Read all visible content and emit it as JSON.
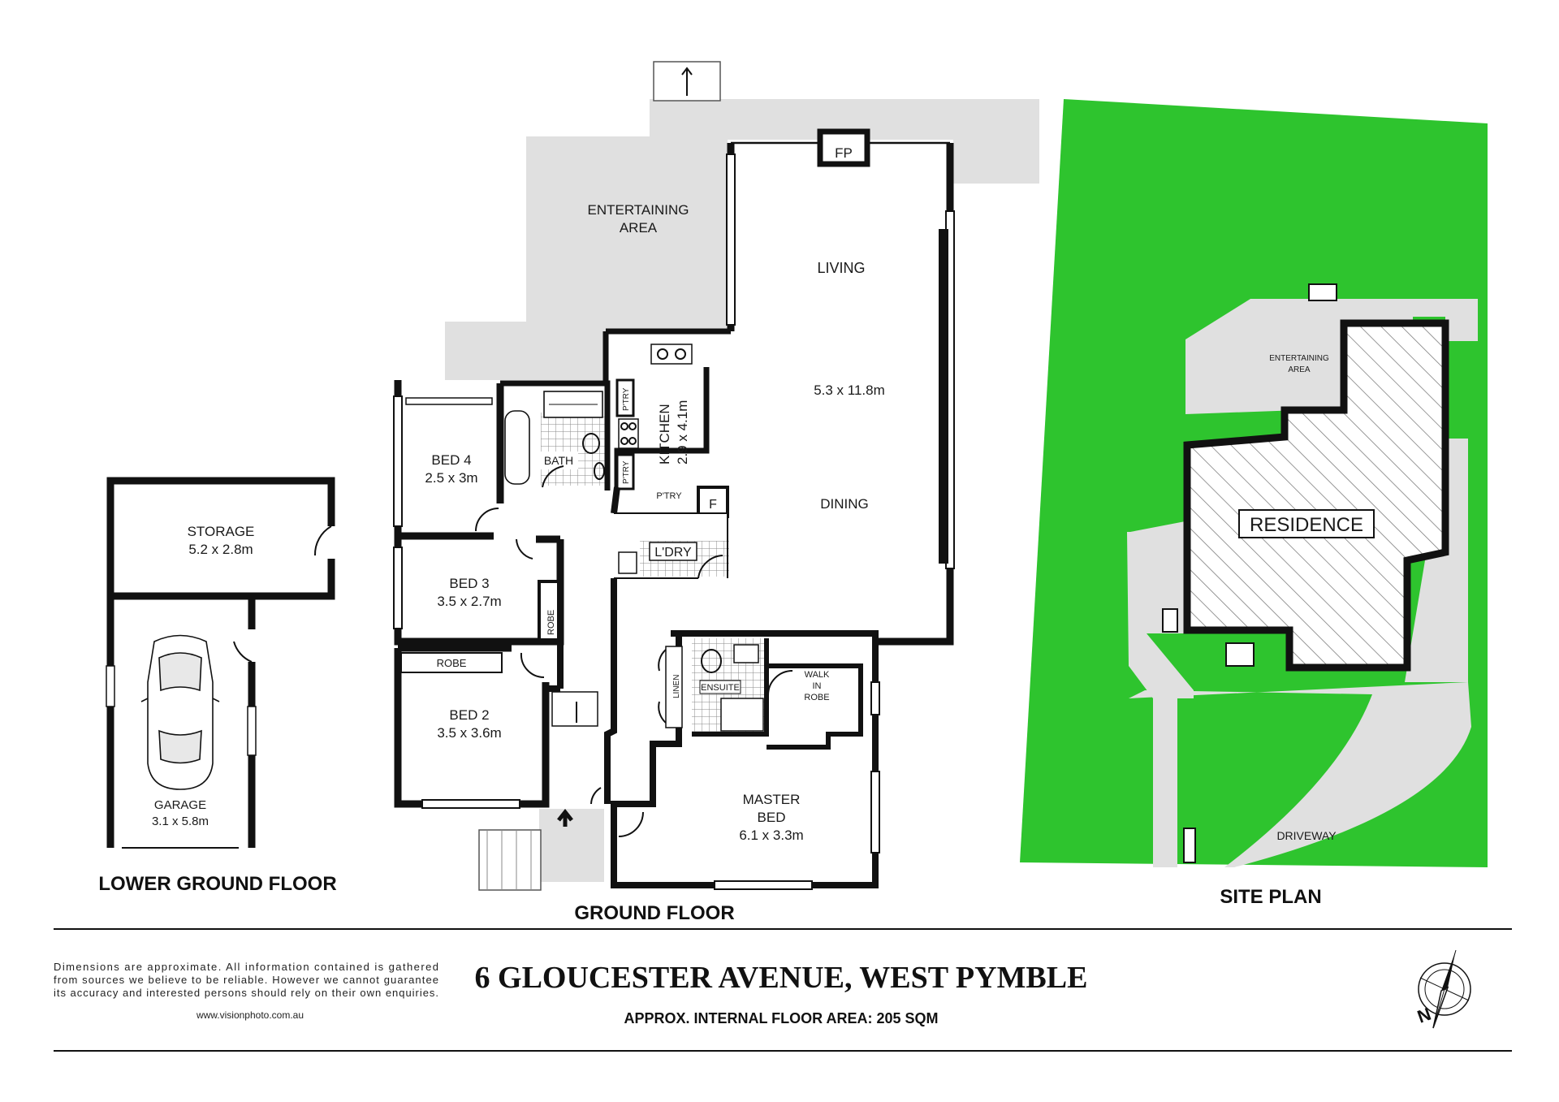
{
  "floors": {
    "lower_ground_title": "LOWER GROUND FLOOR",
    "ground_title": "GROUND FLOOR",
    "site_plan_title": "SITE PLAN"
  },
  "rooms": {
    "entertaining_line1": "ENTERTAINING",
    "entertaining_line2": "AREA",
    "fireplace": "FP",
    "living": "LIVING",
    "living_dims": "5.3 x 11.8m",
    "dining": "DINING",
    "kitchen": "KITCHEN",
    "kitchen_dims": "2.9 x 4.1m",
    "pantry_1": "P'TRY",
    "pantry_2": "P'TRY",
    "pantry_3": "P'TRY",
    "fridge": "F",
    "bath": "BATH",
    "laundry": "L'DRY",
    "bed4": "BED 4",
    "bed4_dims": "2.5 x 3m",
    "bed3": "BED 3",
    "bed3_dims": "3.5 x 2.7m",
    "robe_vertical": "ROBE",
    "robe_bed2": "ROBE",
    "bed2": "BED 2",
    "bed2_dims": "3.5 x 3.6m",
    "linen": "LINEN",
    "ensuite": "ENSUITE",
    "walk_in_1": "WALK",
    "walk_in_2": "IN",
    "walk_in_3": "ROBE",
    "master_1": "MASTER",
    "master_2": "BED",
    "master_dims": "6.1 x 3.3m",
    "storage": "STORAGE",
    "storage_dims": "5.2 x 2.8m",
    "garage": "GARAGE",
    "garage_dims": "3.1 x 5.8m"
  },
  "site": {
    "residence": "RESIDENCE",
    "entertaining_line1": "ENTERTAINING",
    "entertaining_line2": "AREA",
    "driveway": "DRIVEWAY"
  },
  "footer": {
    "disclaimer_line1": "Dimensions are approximate. All information contained is gathered",
    "disclaimer_line2": "from sources we believe to be reliable. However we cannot guarantee",
    "disclaimer_line3": "its accuracy and interested persons should rely on their own enquiries.",
    "website": "www.visionphoto.com.au",
    "address": "6 GLOUCESTER AVENUE, WEST PYMBLE",
    "floor_area": "APPROX. INTERNAL FLOOR AREA: 205 SQM",
    "compass_letter": "N"
  },
  "colors": {
    "lawn": "#2ec42e",
    "paving": "#e0e0e0",
    "wall": "#111111"
  }
}
